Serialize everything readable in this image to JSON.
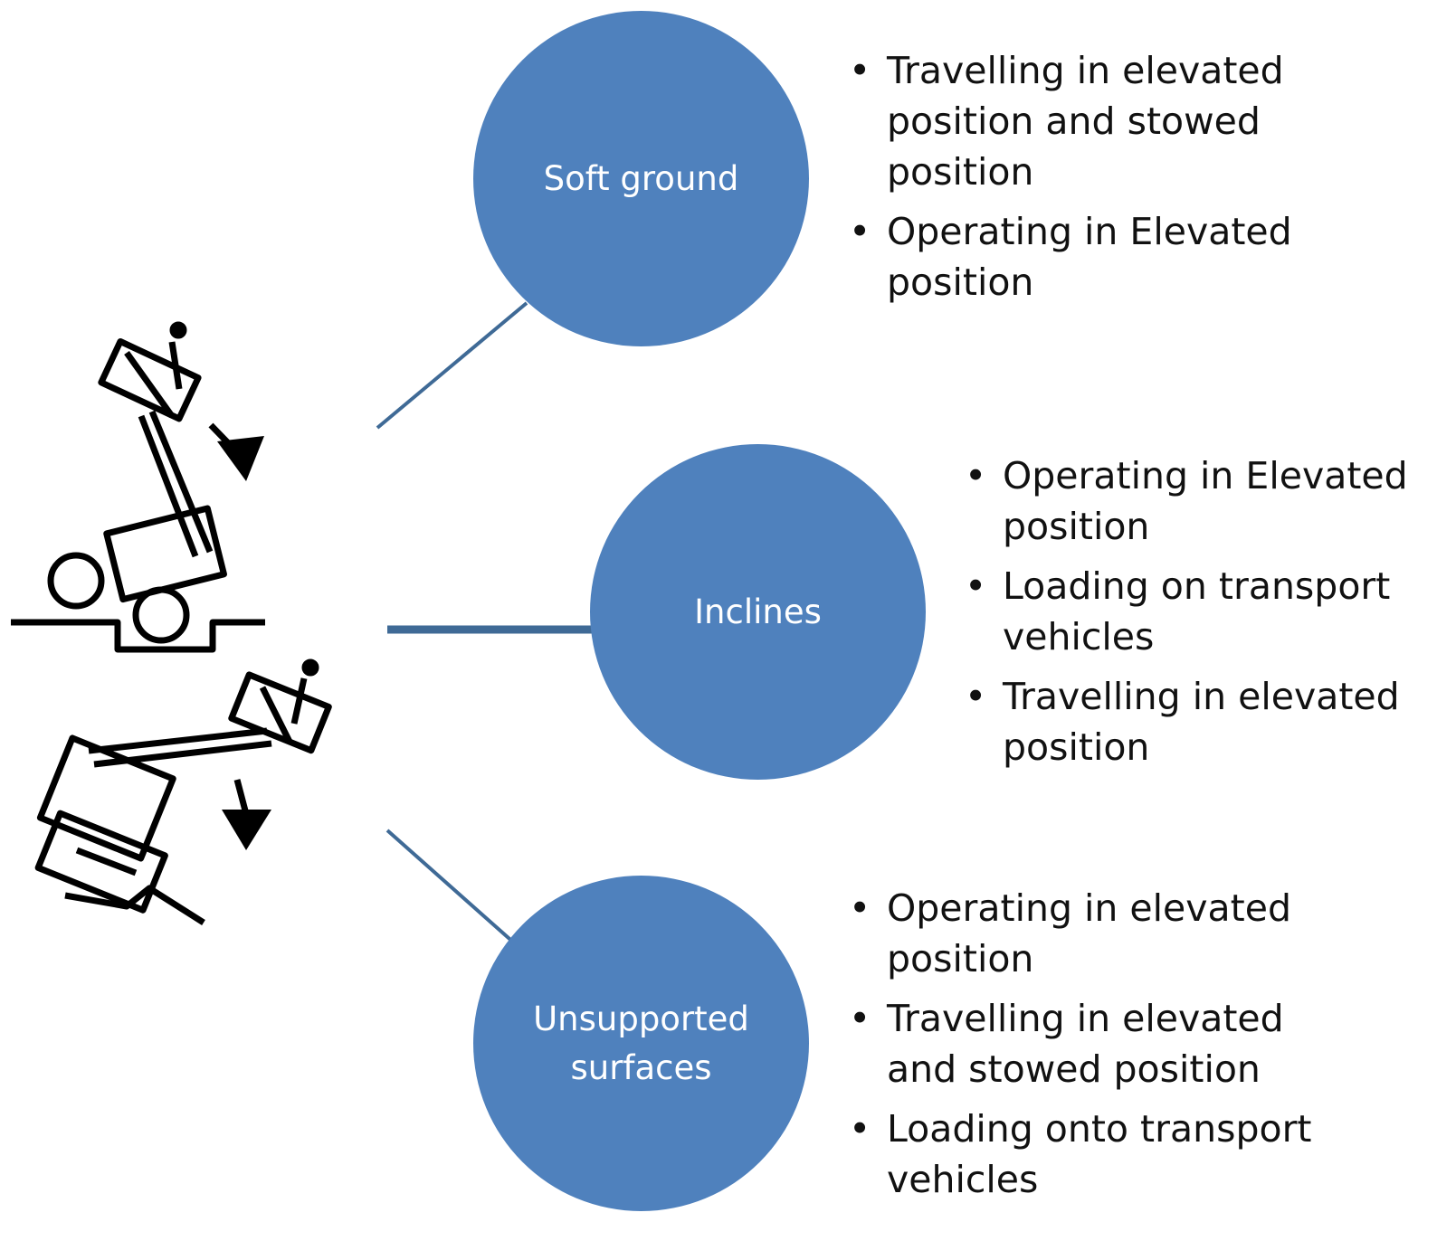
{
  "colors": {
    "node_fill": "#4f81bd",
    "connector": "#3f6a96",
    "node_text": "#ffffff",
    "text": "#111111"
  },
  "illustration": {
    "icon": "tipping-boom-lift-icon"
  },
  "hazards": [
    {
      "label": "Soft ground",
      "items": [
        "Travelling in elevated position and stowed position",
        "Operating in Elevated position"
      ]
    },
    {
      "label": "Inclines",
      "items": [
        "Operating in Elevated position",
        "Loading on transport vehicles",
        "Travelling in elevated position"
      ]
    },
    {
      "label": "Unsupported surfaces",
      "items": [
        "Operating in elevated position",
        "Travelling in elevated and stowed position",
        "Loading onto transport vehicles"
      ]
    }
  ]
}
